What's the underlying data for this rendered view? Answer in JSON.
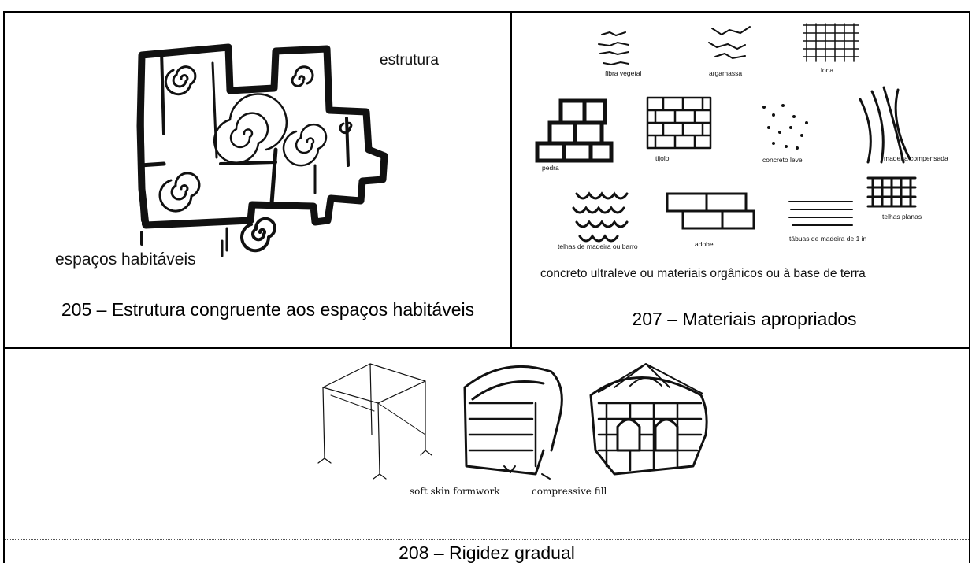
{
  "figure205": {
    "label_structure": "estrutura",
    "label_spaces": "espaços habitáveis",
    "caption": "205 – Estrutura congruente aos espaços habitáveis"
  },
  "figure207": {
    "materials": {
      "fibra": "fibra vegetal",
      "argamassa": "argamassa",
      "lona": "lona",
      "pedra": "pedra",
      "tijolo": "tijolo",
      "concreto_leve": "concreto leve",
      "madeira": "madeira compensada",
      "telhas_madeira": "telhas de madeira ou barro",
      "adobe": "adobe",
      "tabuas": "tábuas de madeira de 1 in",
      "telhas_planas": "telhas planas"
    },
    "bottom_note": "concreto ultraleve ou materiais orgânicos ou à base de terra",
    "caption": "207 – Materiais apropriados"
  },
  "figure208": {
    "label_soft": "soft skin formwork",
    "label_fill": "compressive fill",
    "caption": "208 – Rigidez gradual"
  }
}
